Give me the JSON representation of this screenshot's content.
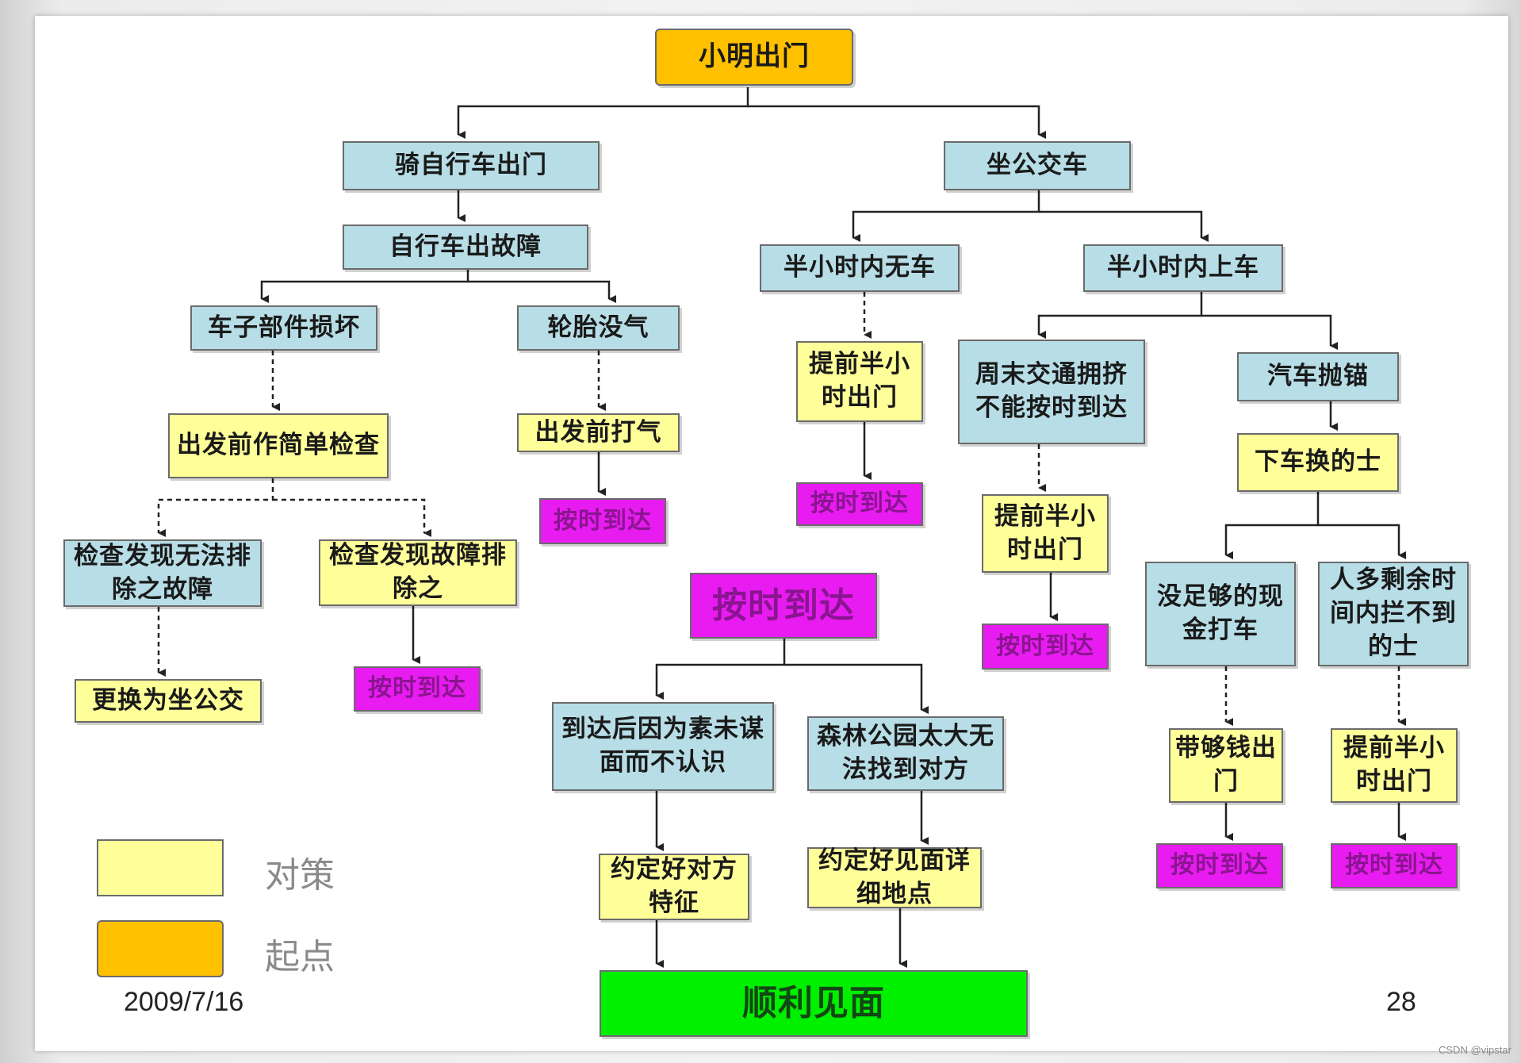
{
  "diagram": {
    "start": "小明出门",
    "bike": "骑自行车出门",
    "bus": "坐公交车",
    "bike_fault": "自行车出故障",
    "no_bus": "半小时内无车",
    "got_bus": "半小时内上车",
    "part_broken": "车子部件损坏",
    "flat_tire": "轮胎没气",
    "act_leave_early_1": "提前半小时出门",
    "traffic_jam": "周末交通拥挤不能按时到达",
    "bus_breakdown": "汽车抛锚",
    "act_simple_check": "出发前作简单检查",
    "act_pump": "出发前打气",
    "arrive_1": "按时到达",
    "arrive_2": "按时到达",
    "act_leave_early_2": "提前半小时出门",
    "act_taxi": "下车换的士",
    "fault_unfixable": "检查发现无法排除之故障",
    "fault_fixable": "检查发现故障排除之",
    "arrive_center": "按时到达",
    "arrive_3": "按时到达",
    "no_cash": "没足够的现金打车",
    "no_taxi": "人多剩余时间内拦不到的士",
    "act_switch_bus": "更换为坐公交",
    "arrive_4": "按时到达",
    "unknown_face": "到达后因为素未谋面而不认识",
    "park_big": "森林公园太大无法找到对方",
    "act_bring_cash": "带够钱出门",
    "act_leave_early_3": "提前半小时出门",
    "arrive_5": "按时到达",
    "arrive_6": "按时到达",
    "act_features": "约定好对方特征",
    "act_location": "约定好见面详细地点",
    "final": "顺利见面"
  },
  "legend": {
    "strategy": "对策",
    "start": "起点"
  },
  "footer": {
    "date": "2009/7/16",
    "page": "28"
  },
  "watermark": "CSDN @vipstar",
  "colors": {
    "cause": "#b7dde6",
    "strategy": "#ffff99",
    "start": "#ffc000",
    "arrive": "#e81cf0",
    "final": "#00f000"
  }
}
